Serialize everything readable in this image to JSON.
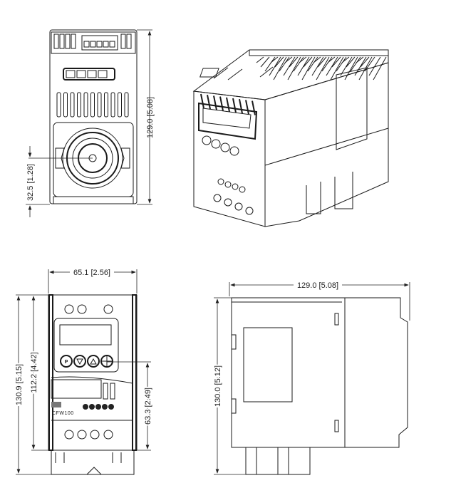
{
  "title": "CFW100 drive dimensional drawing",
  "brand": "CFW100",
  "keypad": {
    "p_key": "P"
  },
  "dimensions": {
    "top_view_depth": "129.0 [5.08]",
    "fan_height": "32.5 [1.28]",
    "front_width": "65.1 [2.56]",
    "front_total_height": "130.9 [5.15]",
    "front_body_height": "112.2 [4.42]",
    "front_mount_height": "63.3 [2.49]",
    "side_depth": "129.0 [5.08]",
    "side_height": "130.0 [5.12]"
  }
}
